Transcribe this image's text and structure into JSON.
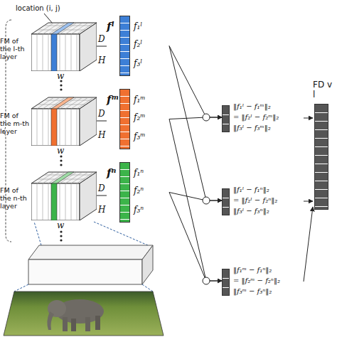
{
  "diagram": {
    "nodes": [
      {
        "text": [
          "FM of the l-th layer"
        ]
      },
      {
        "text": [
          "fˡ",
          "f₁ˡ",
          "f₂ˡ",
          "f₃ˡ"
        ]
      },
      {
        "text": [
          "FM of the m-th layer"
        ]
      },
      {
        "text": [
          "fᵐ",
          "f₁ᵐ",
          "f₂ᵐ",
          "f₃ᵐ"
        ]
      },
      {
        "text": [
          "FM of the n-th layer"
        ]
      },
      {
        "text": [
          "fⁿ",
          "f₁ⁿ",
          "f₂ⁿ",
          "f₃ⁿ"
        ]
      },
      {
        "text": [
          "‖f₁ˡ − f₁ᵐ‖₂",
          "= ‖f₂ˡ − f₂ᵐ‖₂",
          "‖f₃ˡ − f₃ᵐ‖₂"
        ]
      },
      {
        "text": [
          "‖f₁ˡ − f₁ⁿ‖₂",
          "= ‖f₂ˡ − f₂ⁿ‖₂",
          "‖f₃ˡ − f₃ⁿ‖₂"
        ]
      },
      {
        "text": [
          "‖f₁ᵐ − f₁ⁿ‖₂",
          "= ‖f₂ᵐ − f₂ⁿ‖₂",
          "‖f₃ᵐ − f₃ⁿ‖₂"
        ]
      },
      {
        "text": [
          "FD v",
          "l"
        ]
      }
    ],
    "edges": [
      {
        "from": 0,
        "to": 1,
        "arrow": "none"
      },
      {
        "from": 2,
        "to": 3,
        "arrow": "none"
      },
      {
        "from": 4,
        "to": 5,
        "arrow": "none"
      },
      {
        "from": 1,
        "to": 6,
        "arrow": "to"
      },
      {
        "from": 3,
        "to": 6,
        "arrow": "to"
      },
      {
        "from": 1,
        "to": 7,
        "arrow": "to"
      },
      {
        "from": 5,
        "to": 7,
        "arrow": "to"
      },
      {
        "from": 3,
        "to": 8,
        "arrow": "to"
      },
      {
        "from": 5,
        "to": 8,
        "arrow": "to"
      },
      {
        "from": 6,
        "to": 9,
        "arrow": "to"
      },
      {
        "from": 7,
        "to": 9,
        "arrow": "to"
      },
      {
        "from": 8,
        "to": 9,
        "arrow": "to"
      }
    ],
    "labels": [
      "location (i, j)",
      "D",
      "H",
      "w",
      "D",
      "H",
      "w",
      "D",
      "H",
      "w"
    ]
  }
}
